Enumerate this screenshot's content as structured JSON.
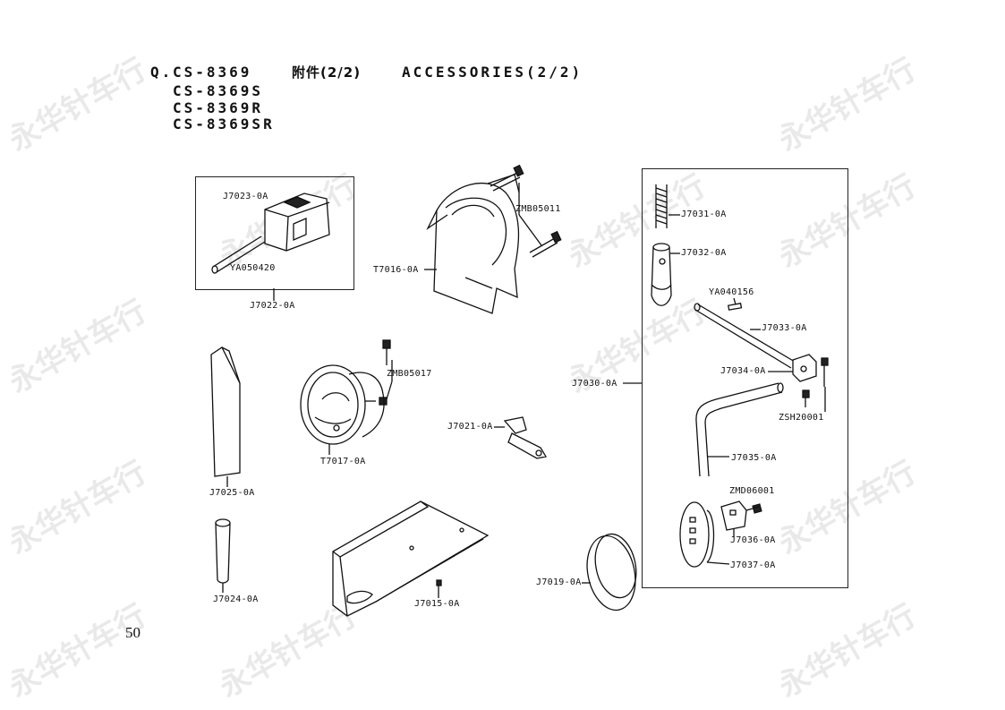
{
  "header": {
    "section": "Q.",
    "models": [
      "CS-8369",
      "CS-8369S",
      "CS-8369R",
      "CS-8369SR"
    ],
    "title_cn": "附件(2/2)",
    "title_en": "ACCESSORIES(2/2)"
  },
  "parts": {
    "J7023": "J7023-0A",
    "YA050420": "YA050420",
    "J7022": "J7022-0A",
    "ZMB05011": "ZMB05011",
    "T7016": "T7016-0A",
    "J7031": "J7031-0A",
    "J7032": "J7032-0A",
    "YA040156": "YA040156",
    "J7033": "J7033-0A",
    "J7034": "J7034-0A",
    "ZSH20001": "ZSH20001",
    "J7030": "J7030-0A",
    "J7035": "J7035-0A",
    "ZMD06001": "ZMD06001",
    "J7036": "J7036-0A",
    "J7037": "J7037-0A",
    "J7019": "J7019-0A",
    "ZMB05017": "ZMB05017",
    "T7017": "T7017-0A",
    "J7021": "J7021-0A",
    "J7025": "J7025-0A",
    "J7024": "J7024-0A",
    "J7015": "J7015-0A"
  },
  "page_number": "50",
  "watermark": "永华针车行"
}
